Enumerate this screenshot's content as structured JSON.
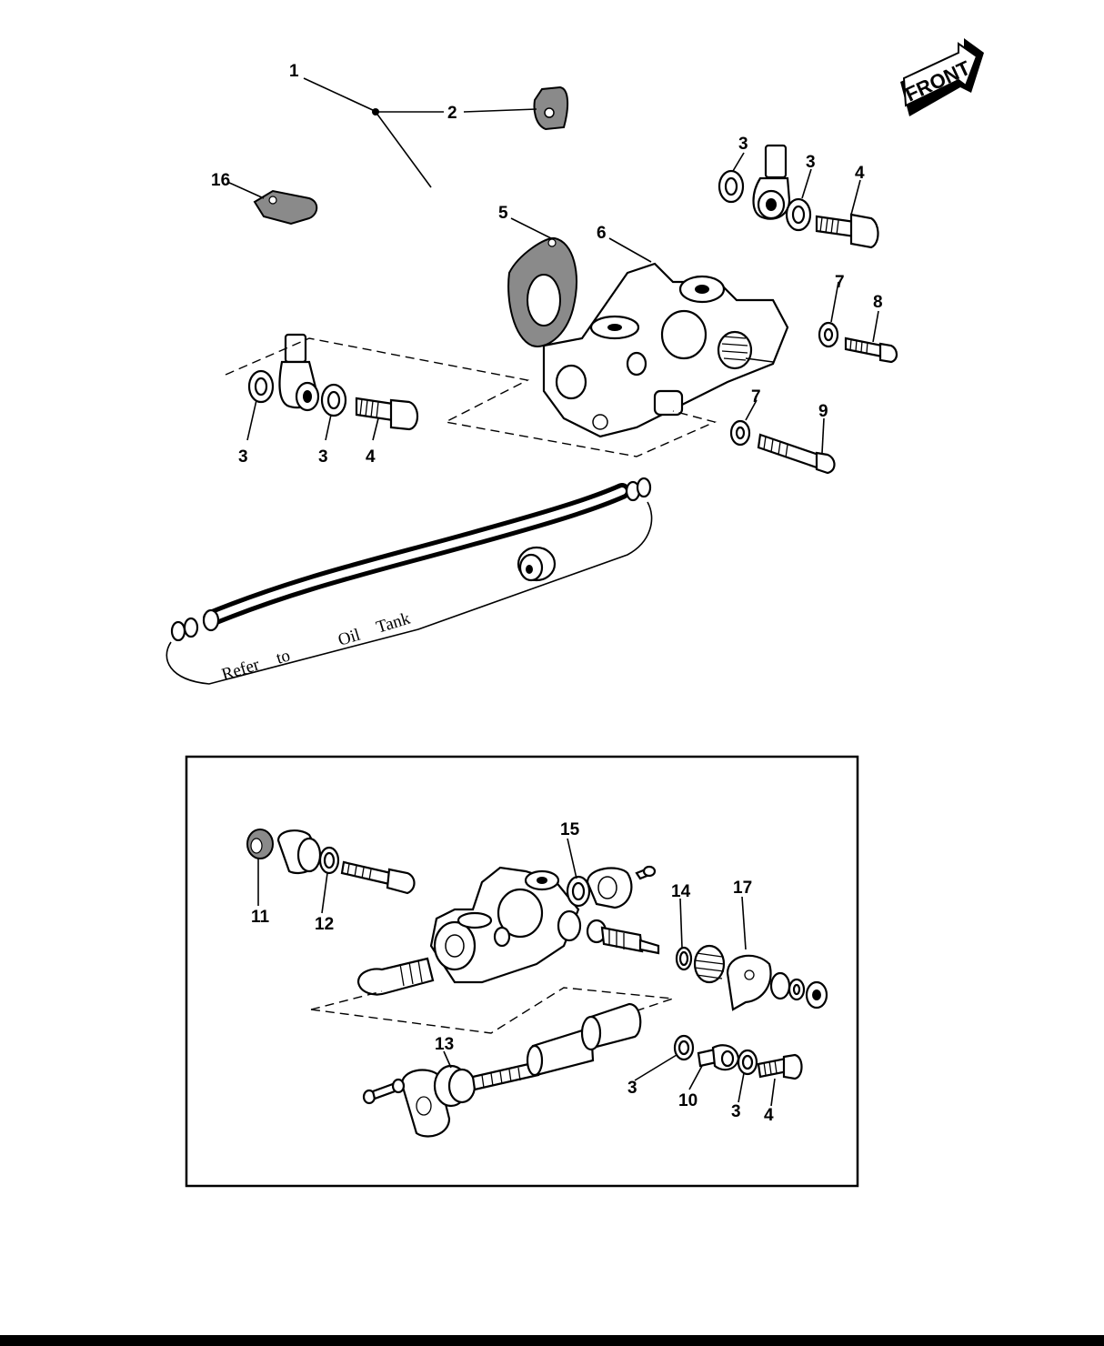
{
  "diagram": {
    "front_label": "FRONT",
    "note_words": [
      "Refer",
      "to",
      "Oil",
      "Tank"
    ],
    "callouts": {
      "c1": "1",
      "c2": "2",
      "c3": "3",
      "c4": "4",
      "c5": "5",
      "c6": "6",
      "c7": "7",
      "c8": "8",
      "c9": "9",
      "c10": "10",
      "c11": "11",
      "c12": "12",
      "c13": "13",
      "c14": "14",
      "c15": "15",
      "c16": "16",
      "c17": "17"
    },
    "colors": {
      "ink": "#000000",
      "paper": "#ffffff",
      "shade": "#8a8a8a"
    }
  }
}
